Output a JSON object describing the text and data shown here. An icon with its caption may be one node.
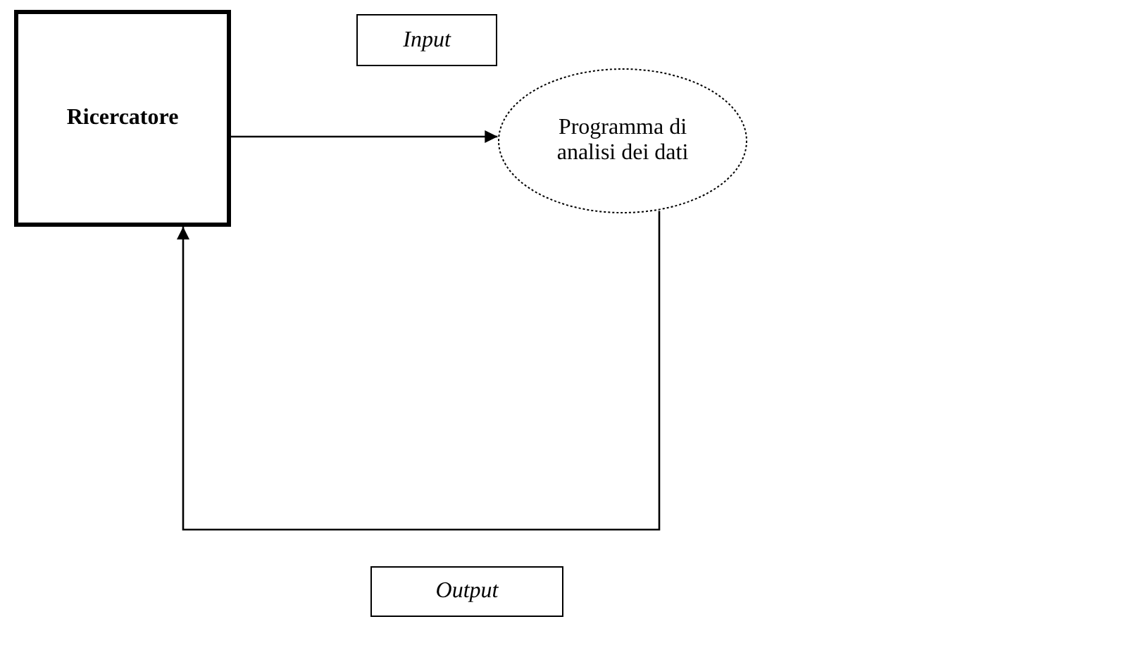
{
  "diagram": {
    "nodes": [
      {
        "text": [
          "Ricercatore"
        ]
      },
      {
        "text": [
          "Input"
        ]
      },
      {
        "text": [
          "Programma di analisi dei dati"
        ]
      },
      {
        "text": [
          "Output"
        ]
      }
    ],
    "edges": [
      {
        "from": 0,
        "to": 2,
        "arrow": "to"
      },
      {
        "from": 2,
        "to": 0,
        "arrow": "to"
      }
    ]
  }
}
